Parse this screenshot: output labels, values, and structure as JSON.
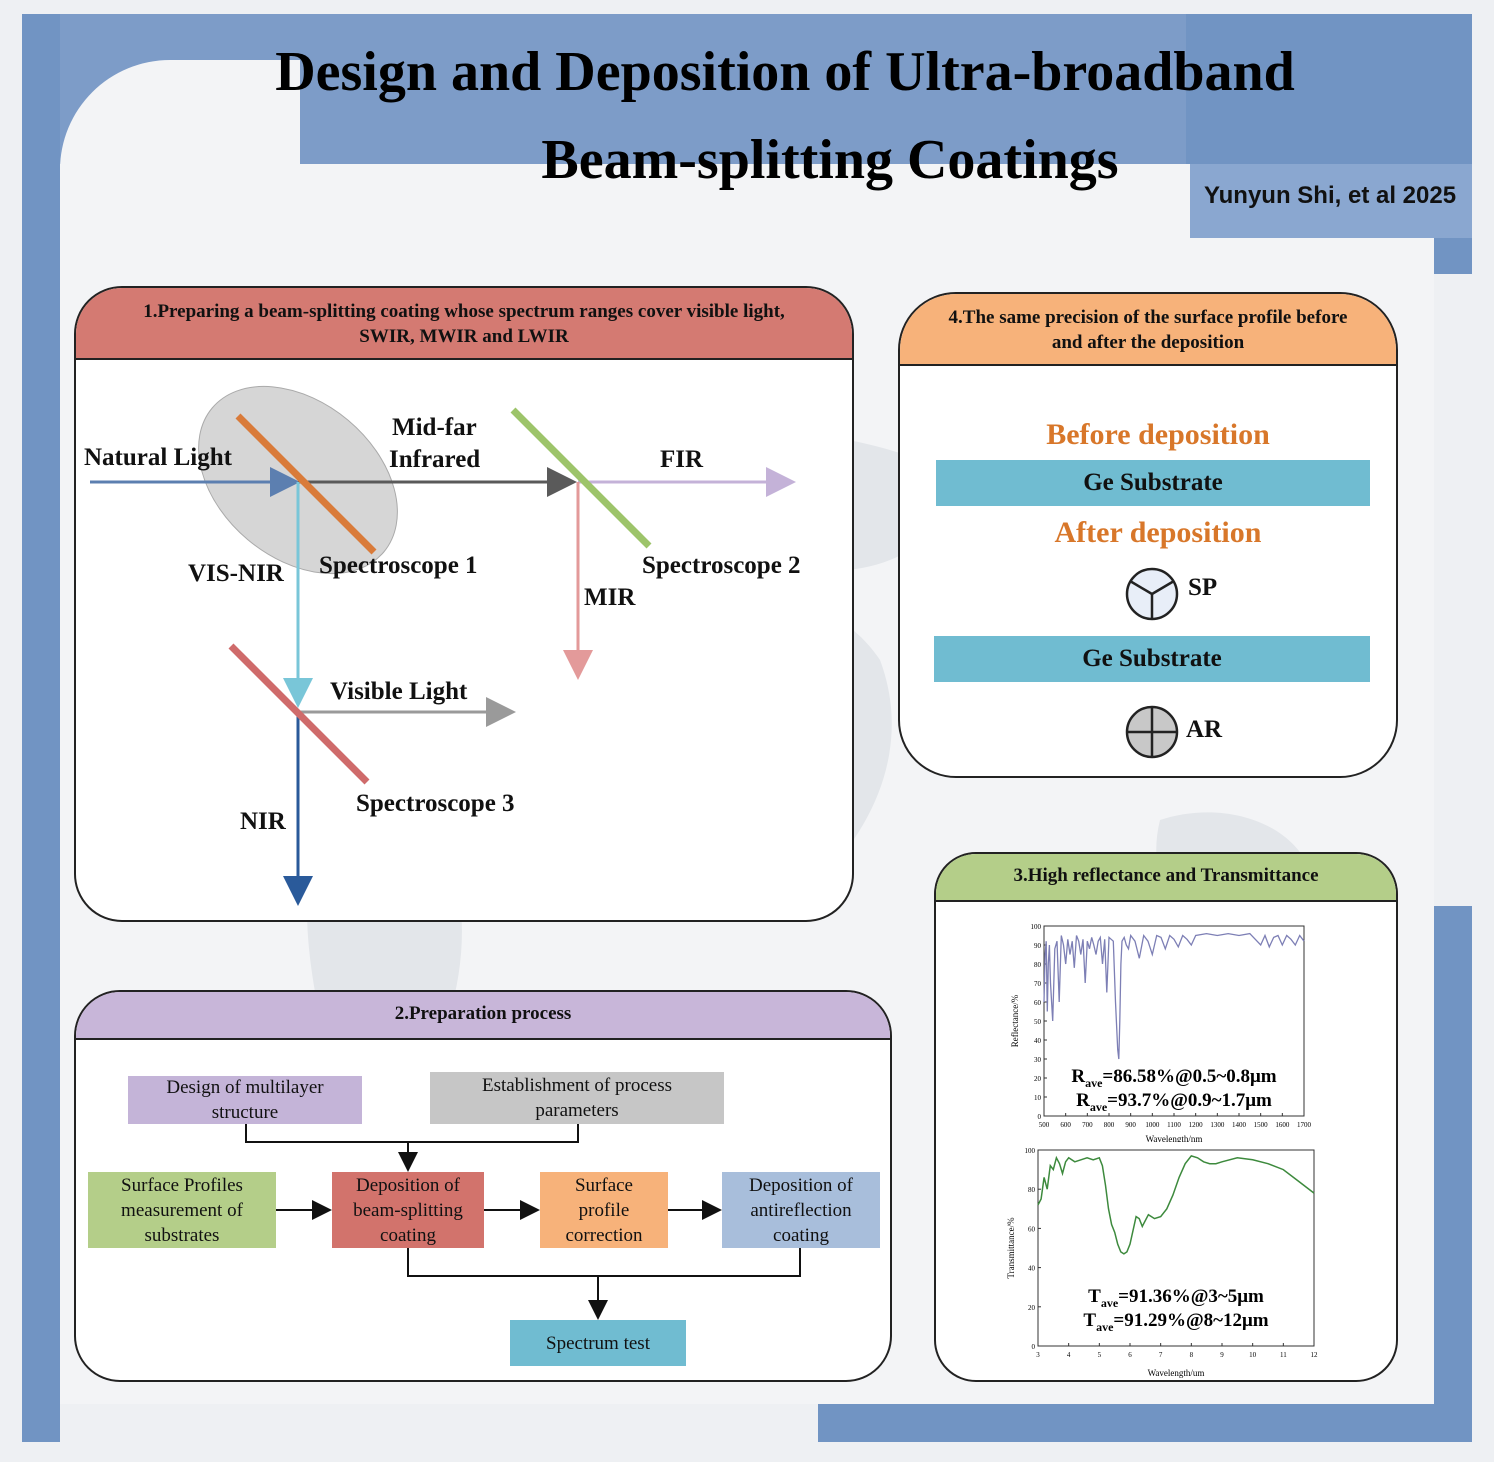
{
  "title": {
    "line1": "Design and Deposition of Ultra-broadband",
    "line2": "Beam-splitting Coatings",
    "author": "Yunyun Shi, et al 2025"
  },
  "panel1": {
    "heading_line1": "1.Preparing a beam-splitting coating whose spectrum ranges cover visible light,",
    "heading_line2": "SWIR, MWIR and LWIR",
    "labels": {
      "natural_light": "Natural Light",
      "mid_far_1": "Mid-far",
      "mid_far_2": "Infrared",
      "fir": "FIR",
      "vis_nir": "VIS-NIR",
      "spectroscope1": "Spectroscope 1",
      "spectroscope2": "Spectroscope 2",
      "mir": "MIR",
      "visible_light": "Visible Light",
      "spectroscope3": "Spectroscope 3",
      "nir": "NIR"
    },
    "colors": {
      "mirror1": "#d97b3a",
      "mirror2": "#9dc46a",
      "mirror3": "#cf6b6b",
      "natural": "#5c7fb0",
      "mid_far": "#5a5a5a",
      "fir": "#c4b2d8",
      "vis_nir": "#79c6d8",
      "mir": "#e39a9a",
      "visible": "#9a9a9a",
      "nir": "#2a5a9a"
    }
  },
  "panel2": {
    "heading": "2.Preparation process",
    "boxes": {
      "design_1": "Design of multilayer",
      "design_2": "structure",
      "process_1": "Establishment of process",
      "process_2": "parameters",
      "surface_1": "Surface Profiles",
      "surface_2": "measurement of",
      "surface_3": "substrates",
      "deposition_1": "Deposition of",
      "deposition_2": "beam-splitting",
      "deposition_3": "coating",
      "correction_1": "Surface",
      "correction_2": "profile",
      "correction_3": "correction",
      "ar_1": "Deposition of",
      "ar_2": "antireflection",
      "ar_3": "coating",
      "spectrum": "Spectrum test"
    }
  },
  "panel3": {
    "heading": "3.High reflectance and Transmittance",
    "chart_data": [
      {
        "type": "line",
        "xlabel": "Wavelength/nm",
        "ylabel": "Reflectance/%",
        "xlim": [
          500,
          1700
        ],
        "ylim": [
          0,
          100
        ],
        "xticks": [
          500,
          600,
          700,
          800,
          900,
          1000,
          1100,
          1200,
          1300,
          1400,
          1500,
          1600,
          1700
        ],
        "yticks": [
          0,
          10,
          20,
          30,
          40,
          50,
          60,
          70,
          80,
          90,
          100
        ],
        "color": "#7d7fb5",
        "x": [
          500,
          505,
          510,
          515,
          520,
          525,
          530,
          540,
          550,
          560,
          570,
          580,
          590,
          600,
          610,
          620,
          630,
          640,
          650,
          660,
          670,
          680,
          690,
          700,
          710,
          720,
          730,
          740,
          750,
          760,
          770,
          780,
          790,
          800,
          810,
          820,
          830,
          840,
          845,
          850,
          855,
          860,
          870,
          880,
          890,
          900,
          920,
          940,
          960,
          980,
          1000,
          1020,
          1040,
          1060,
          1080,
          1100,
          1120,
          1140,
          1160,
          1180,
          1200,
          1250,
          1300,
          1350,
          1400,
          1450,
          1500,
          1520,
          1540,
          1560,
          1580,
          1600,
          1620,
          1640,
          1660,
          1680,
          1700
        ],
        "y": [
          60,
          85,
          92,
          55,
          80,
          90,
          70,
          50,
          88,
          92,
          60,
          95,
          90,
          80,
          93,
          85,
          92,
          78,
          95,
          92,
          85,
          93,
          70,
          92,
          88,
          94,
          90,
          85,
          92,
          94,
          80,
          93,
          65,
          94,
          93,
          92,
          60,
          35,
          30,
          50,
          80,
          92,
          94,
          90,
          88,
          95,
          92,
          83,
          95,
          92,
          85,
          95,
          94,
          88,
          95,
          93,
          89,
          95,
          93,
          90,
          95,
          96,
          95,
          96,
          95,
          96,
          90,
          95,
          89,
          94,
          95,
          90,
          95,
          93,
          90,
          95,
          92
        ],
        "annotations": [
          "R_ave=86.58%@0.5~0.8μm",
          "R_ave=93.7%@0.9~1.7μm"
        ]
      },
      {
        "type": "line",
        "xlabel": "Wavelength/um",
        "ylabel": "Transmittance/%",
        "xlim": [
          3,
          12
        ],
        "ylim": [
          0,
          100
        ],
        "xticks": [
          3,
          4,
          5,
          6,
          7,
          8,
          9,
          10,
          11,
          12
        ],
        "yticks": [
          0,
          20,
          40,
          60,
          80,
          100
        ],
        "color": "#3d8a3d",
        "x": [
          3.0,
          3.1,
          3.2,
          3.3,
          3.4,
          3.5,
          3.6,
          3.7,
          3.8,
          3.9,
          4.0,
          4.2,
          4.4,
          4.6,
          4.8,
          5.0,
          5.1,
          5.2,
          5.3,
          5.4,
          5.5,
          5.6,
          5.7,
          5.8,
          5.9,
          6.0,
          6.2,
          6.3,
          6.4,
          6.6,
          6.8,
          7.0,
          7.2,
          7.4,
          7.6,
          7.8,
          8.0,
          8.2,
          8.4,
          8.6,
          8.8,
          9.0,
          9.5,
          10.0,
          10.5,
          11.0,
          11.5,
          12.0
        ],
        "y": [
          72,
          75,
          86,
          80,
          92,
          90,
          96,
          93,
          88,
          94,
          96,
          94,
          95,
          96,
          95,
          96,
          92,
          82,
          70,
          62,
          58,
          52,
          48,
          47,
          48,
          52,
          66,
          65,
          61,
          67,
          65,
          66,
          70,
          77,
          86,
          93,
          97,
          96,
          94,
          93,
          93,
          94,
          96,
          95,
          93,
          90,
          84,
          78
        ],
        "annotations": [
          "T_ave=91.36%@3~5μm",
          "T_ave=91.29%@8~12μm"
        ]
      }
    ]
  },
  "panel4": {
    "heading_line1": "4.The same precision of the surface profile before",
    "heading_line2": "and after the deposition",
    "before": "Before deposition",
    "after": "After deposition",
    "substrate1": "Ge Substrate",
    "substrate2": "Ge Substrate",
    "sp": "SP",
    "ar": "AR",
    "accent": "#d8772a",
    "substrate_color": "#70bcd1"
  }
}
